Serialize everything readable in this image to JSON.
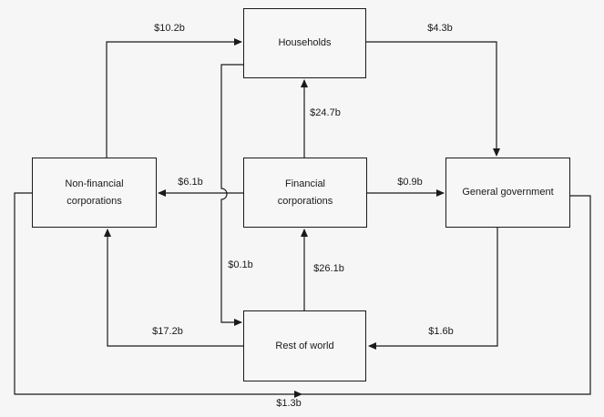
{
  "colors": {
    "background": "#f6f6f6",
    "line": "#1a1a1a",
    "text": "#1a1a1a"
  },
  "nodes": {
    "households": {
      "label": "Households"
    },
    "non_financial": {
      "label": "Non-financial corporations"
    },
    "financial": {
      "label": "Financial corporations"
    },
    "general_government": {
      "label": "General government"
    },
    "rest_of_world": {
      "label": "Rest of world"
    }
  },
  "flows": [
    {
      "from": "Non-financial corporations",
      "to": "Households",
      "amount": "$10.2b"
    },
    {
      "from": "Households",
      "to": "General government",
      "amount": "$4.3b"
    },
    {
      "from": "Financial corporations",
      "to": "Households",
      "amount": "$24.7b"
    },
    {
      "from": "Financial corporations",
      "to": "Non-financial corporations",
      "amount": "$6.1b"
    },
    {
      "from": "Financial corporations",
      "to": "General government",
      "amount": "$0.9b"
    },
    {
      "from": "Households",
      "to": "Rest of world",
      "amount": "$0.1b"
    },
    {
      "from": "Rest of world",
      "to": "Financial corporations",
      "amount": "$26.1b"
    },
    {
      "from": "Rest of world",
      "to": "Non-financial corporations",
      "amount": "$17.2b"
    },
    {
      "from": "General government",
      "to": "Rest of world",
      "amount": "$1.6b"
    },
    {
      "from": "Non-financial corporations",
      "to": "General government",
      "amount": "$1.3b"
    }
  ]
}
